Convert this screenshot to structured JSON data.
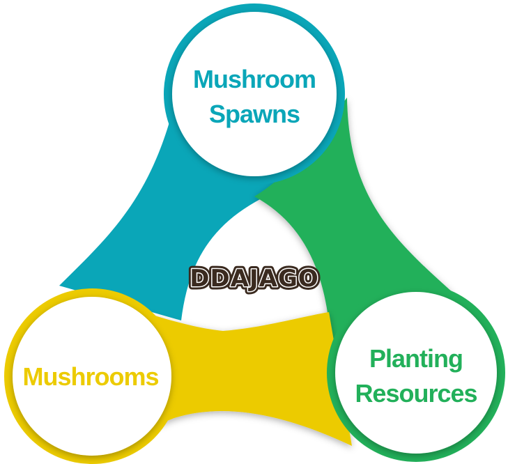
{
  "diagram": {
    "center_logo": "DDAJAGO",
    "nodes": [
      {
        "id": "spawns",
        "lines": [
          "Mushroom",
          "Spawns"
        ],
        "color": "#0aa6b8"
      },
      {
        "id": "mushrooms",
        "lines": [
          "Mushrooms"
        ],
        "color": "#eccb00"
      },
      {
        "id": "planting",
        "lines": [
          "Planting",
          "Resources"
        ],
        "color": "#22b05a"
      }
    ],
    "logo_colors": {
      "fill": "#3a2a1f",
      "outline": "#ffffff"
    }
  }
}
